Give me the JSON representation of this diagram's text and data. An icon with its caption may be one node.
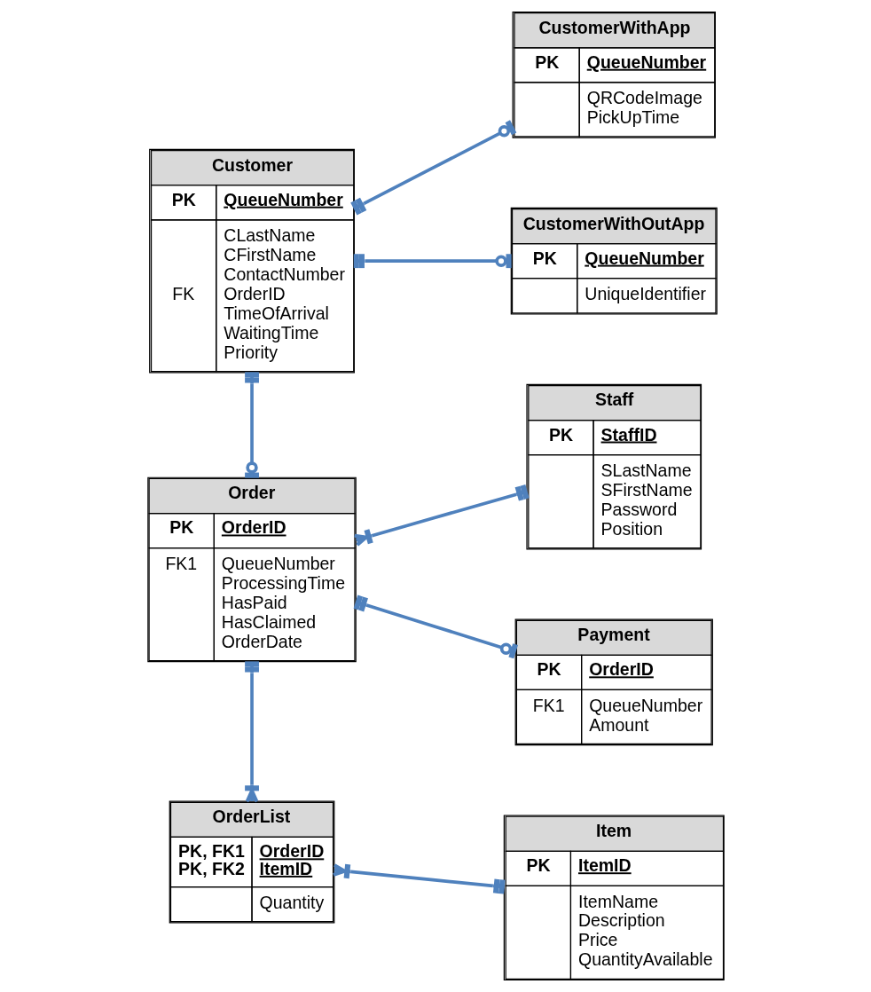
{
  "diagram": {
    "nodes": [
      {
        "text": [
          "Customer",
          "PK",
          "QueueNumber",
          "CLastName",
          "CFirstName",
          "ContactNumber",
          "FK",
          "OrderID",
          "TimeOfArrival",
          "WaitingTime",
          "Priority"
        ]
      },
      {
        "text": [
          "CustomerWithApp",
          "PK",
          "QueueNumber",
          "QRCodeImage",
          "PickUpTime"
        ]
      },
      {
        "text": [
          "CustomerWithOutApp",
          "PK",
          "QueueNumber",
          "UniqueIdentifier"
        ]
      },
      {
        "text": [
          "Staff",
          "PK",
          "StaffID",
          "SLastName",
          "SFirstName",
          "Password",
          "Position"
        ]
      },
      {
        "text": [
          "Order",
          "PK",
          "OrderID",
          "FK1",
          "QueueNumber",
          "ProcessingTime",
          "HasPaid",
          "HasClaimed",
          "OrderDate"
        ]
      },
      {
        "text": [
          "Payment",
          "PK",
          "OrderID",
          "FK1",
          "QueueNumber",
          "Amount"
        ]
      },
      {
        "text": [
          "Item",
          "PK",
          "ItemID",
          "ItemName",
          "Description",
          "Price",
          "QuantityAvailable"
        ]
      },
      {
        "text": [
          "OrderList",
          "PK, FK1",
          "OrderID",
          "PK, FK2",
          "ItemID",
          "Quantity"
        ]
      }
    ],
    "edges": [
      {
        "from": 0,
        "to": 1,
        "arrow": "other"
      },
      {
        "from": 0,
        "to": 2,
        "arrow": "other"
      },
      {
        "from": 0,
        "to": 4,
        "arrow": "other"
      },
      {
        "from": 4,
        "to": 3,
        "arrow": "other"
      },
      {
        "from": 4,
        "to": 5,
        "arrow": "other"
      },
      {
        "from": 4,
        "to": 7,
        "arrow": "other"
      },
      {
        "from": 7,
        "to": 6,
        "arrow": "other"
      }
    ]
  }
}
